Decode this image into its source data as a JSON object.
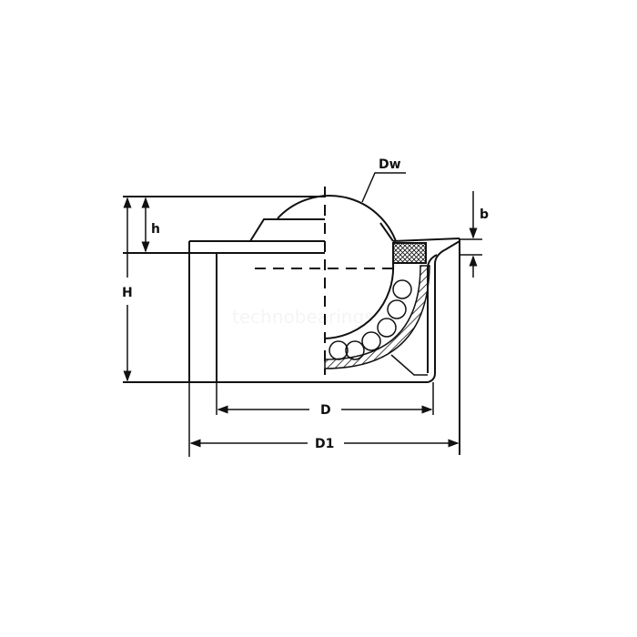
{
  "diagram": {
    "labels": {
      "Dw": "Dw",
      "H": "H",
      "h": "h",
      "b": "b",
      "D": "D",
      "D1": "D1"
    },
    "watermark": "technobearings",
    "line_color": "#111111",
    "background": "#ffffff"
  }
}
